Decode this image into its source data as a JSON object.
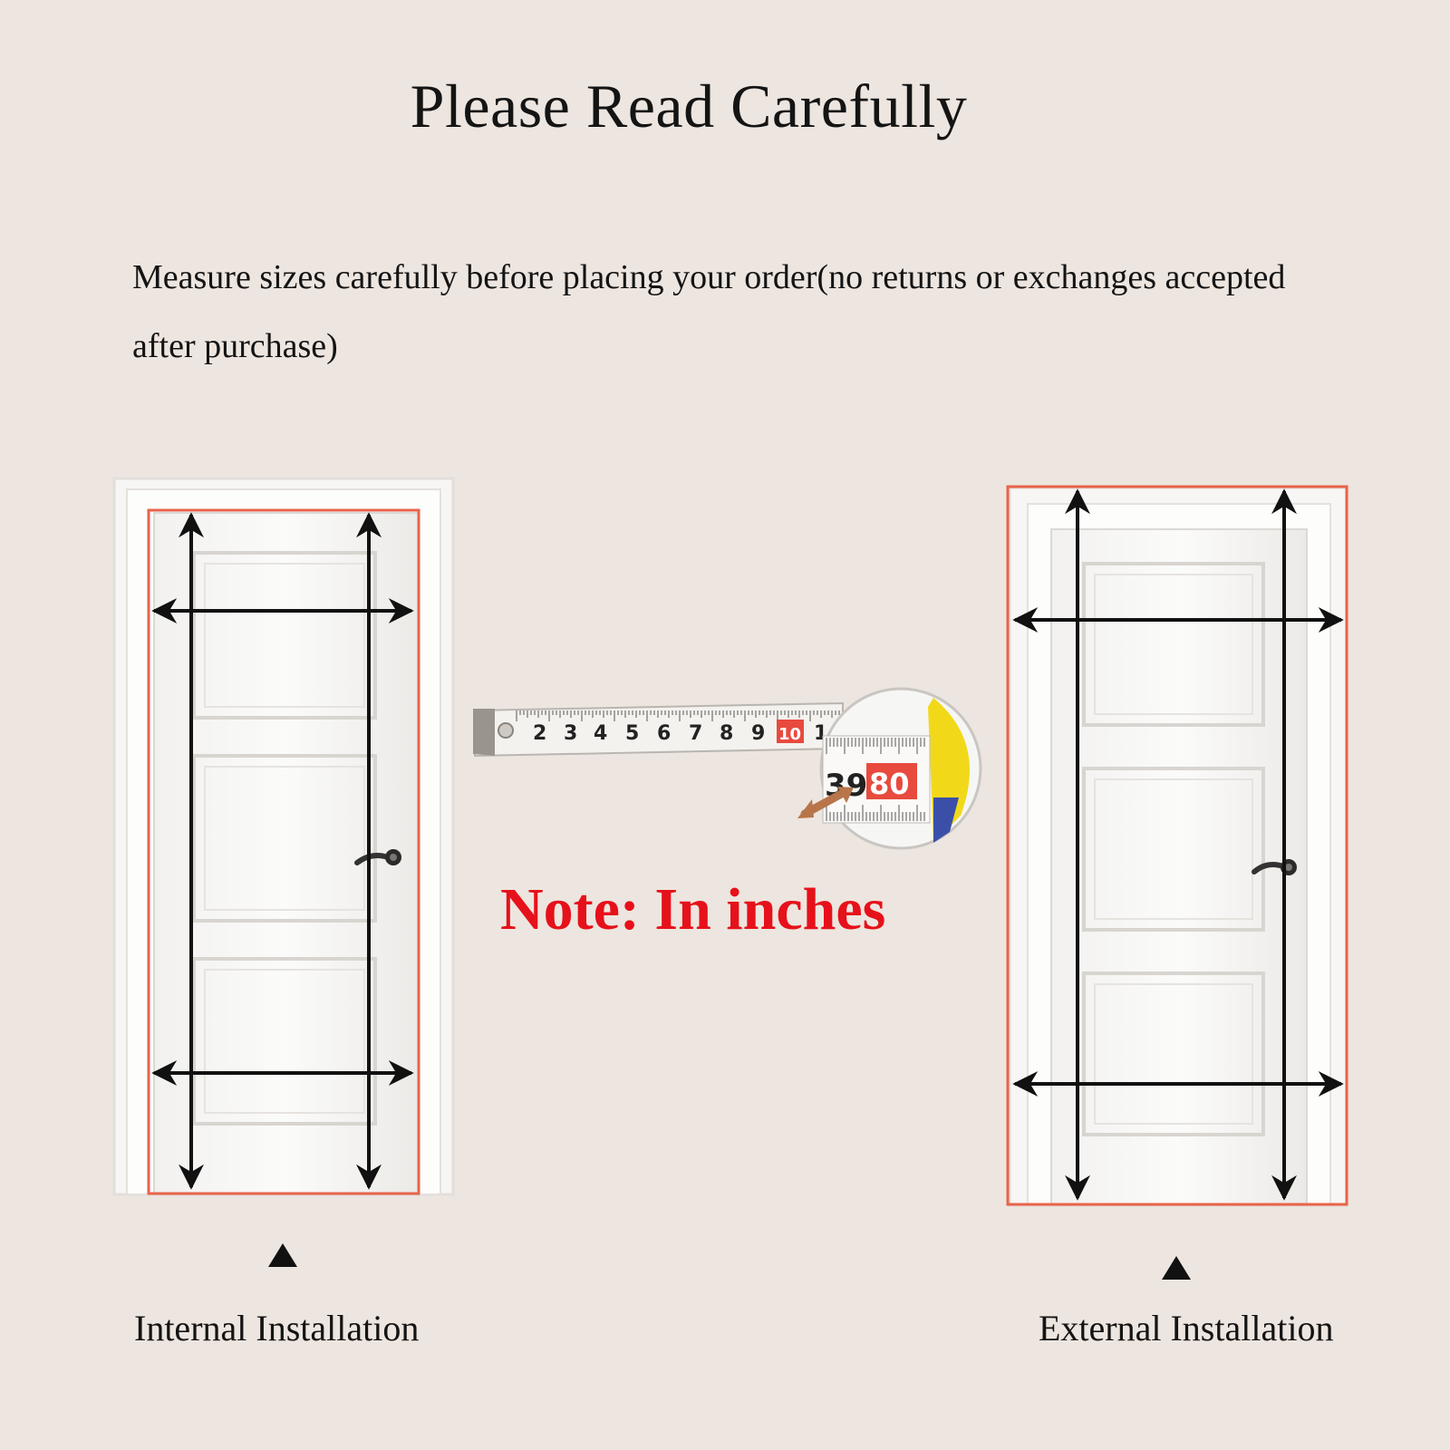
{
  "title": "Please Read Carefully",
  "intro": "Measure sizes carefully before placing your order(no returns or exchanges accepted after purchase)",
  "note": "Note: In inches",
  "captions": {
    "internal": "Internal Installation",
    "external": "External Installation"
  },
  "tape": {
    "ruler_numbers": [
      "2",
      "3",
      "4",
      "5",
      "6",
      "7",
      "8",
      "9",
      "10",
      "1"
    ],
    "highlight_number": "10",
    "magnified_numbers": [
      "39",
      "80"
    ]
  },
  "colors": {
    "background": "#ede5df",
    "measure_outline": "#e8634a",
    "note_text": "#e6111a",
    "arrow": "#111111"
  }
}
